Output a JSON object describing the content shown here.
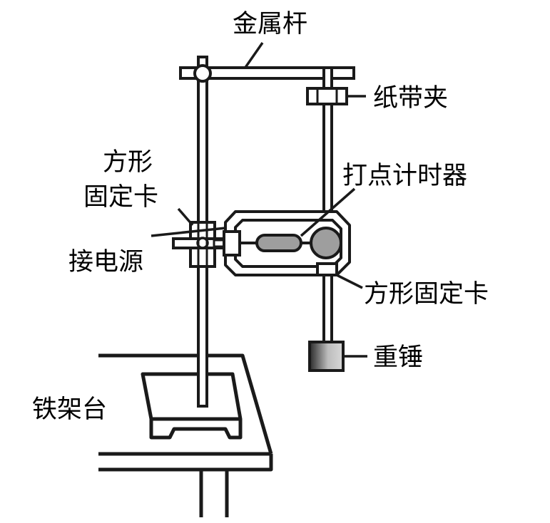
{
  "labels": {
    "metal_rod": "金属杆",
    "tape_clip": "纸带夹",
    "square_clamp_top_line1": "方形",
    "square_clamp_top_line2": "固定卡",
    "timer": "打点计时器",
    "power": "接电源",
    "square_clamp_bottom": "方形固定卡",
    "weight": "重锤",
    "iron_stand": "铁架台"
  },
  "colors": {
    "stroke": "#1a1a1a",
    "gray": "#9e9e9e",
    "weight_dark": "#2a2a2a",
    "weight_light": "#d0d0d0"
  }
}
